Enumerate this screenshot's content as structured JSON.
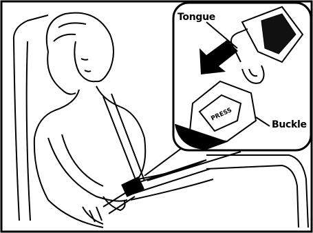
{
  "labels": {
    "tongue": "Tongue",
    "buckle": "Buckle",
    "buckle_button": "PRESS"
  },
  "colors": {
    "ink": "#000000",
    "paper": "#ffffff"
  }
}
